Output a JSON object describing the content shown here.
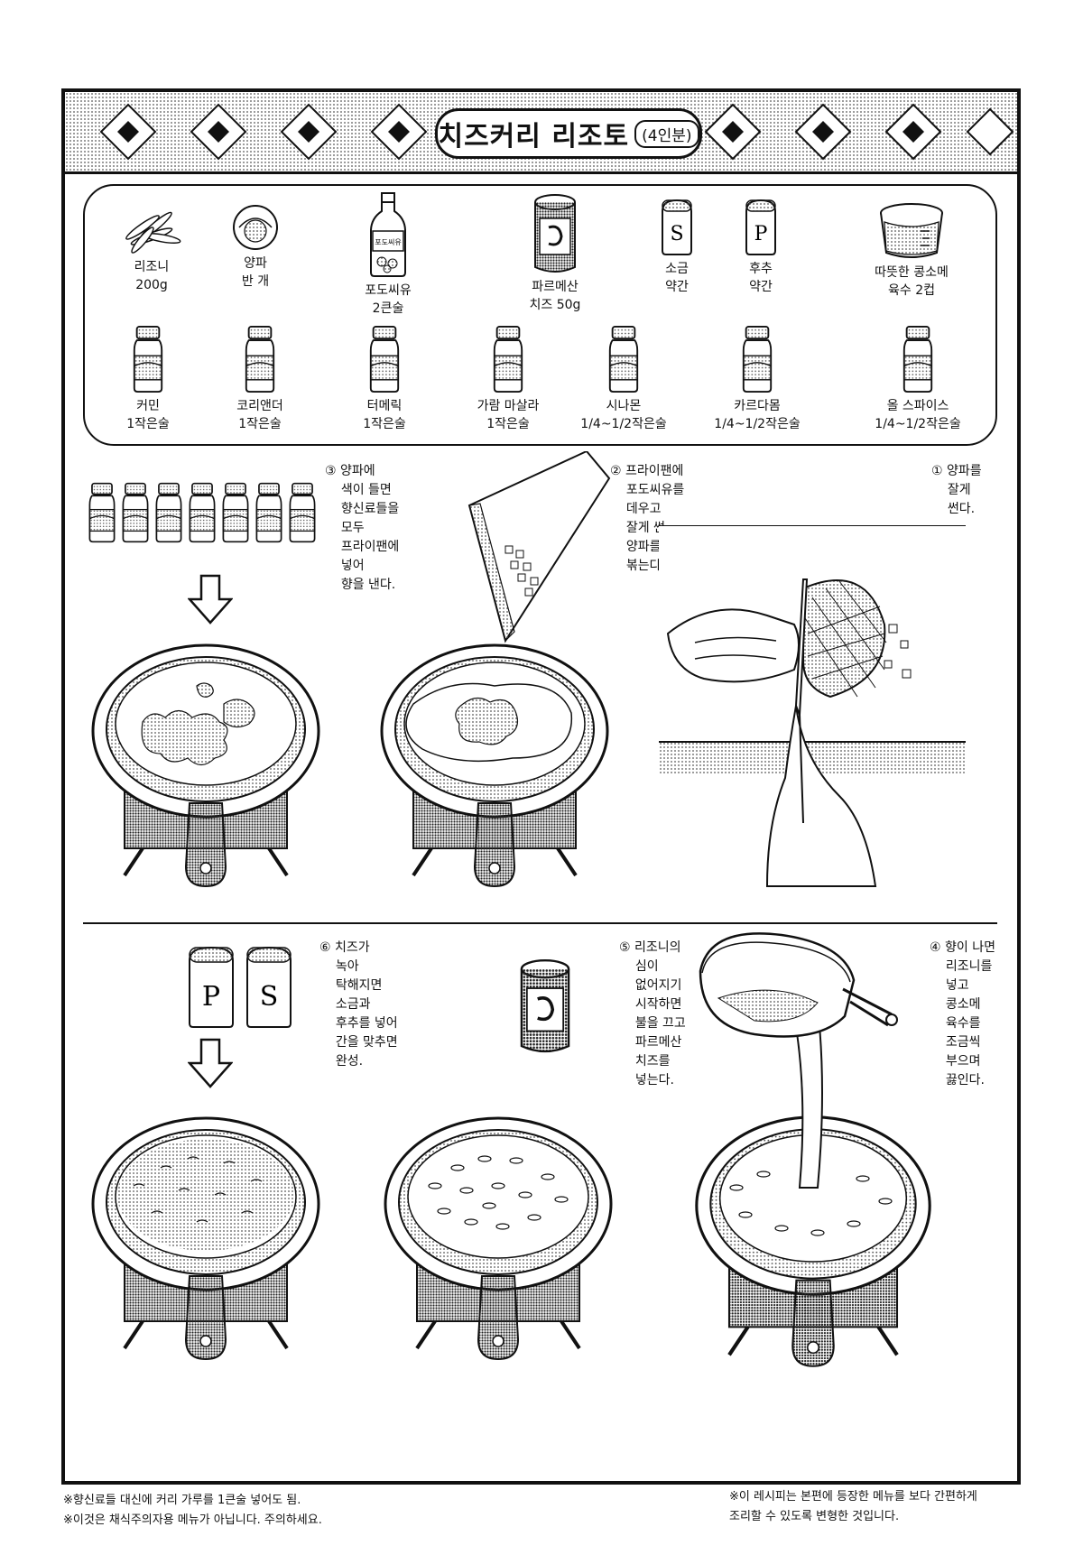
{
  "recipe": {
    "title": "치즈커리 리조토",
    "servings": "(4인분)"
  },
  "ingredients": [
    {
      "name": "리조니",
      "amount": "200g",
      "icon": "rice-grains-icon"
    },
    {
      "name": "양파",
      "amount": "반 개",
      "icon": "onion-icon"
    },
    {
      "name": "포도씨유",
      "amount": "2큰술",
      "icon": "oil-bottle-icon",
      "bottle_label": "포도씨유"
    },
    {
      "name": "파르메산",
      "amount": "치즈 50g",
      "icon": "cheese-can-icon"
    },
    {
      "name": "소금",
      "amount": "약간",
      "icon": "salt-shaker-icon",
      "shaker_letter": "S"
    },
    {
      "name": "후추",
      "amount": "약간",
      "icon": "pepper-shaker-icon",
      "shaker_letter": "P"
    },
    {
      "name": "따뜻한 콩소메",
      "amount": "육수 2컵",
      "icon": "measuring-cup-icon"
    }
  ],
  "spices": [
    {
      "name": "커민",
      "amount": "1작은술"
    },
    {
      "name": "코리앤더",
      "amount": "1작은술"
    },
    {
      "name": "터메릭",
      "amount": "1작은술"
    },
    {
      "name": "가람 마살라",
      "amount": "1작은술"
    },
    {
      "name": "시나몬",
      "amount": "1/4~1/2작은술"
    },
    {
      "name": "카르다몸",
      "amount": "1/4~1/2작은술"
    },
    {
      "name": "올 스파이스",
      "amount": "1/4~1/2작은술"
    }
  ],
  "steps": [
    {
      "number": "①",
      "lines": [
        "양파를",
        "잘게",
        "썬다."
      ]
    },
    {
      "number": "②",
      "lines": [
        "프라이팬에",
        "포도씨유를",
        "데우고",
        "잘게 썬",
        "양파를",
        "볶는다."
      ]
    },
    {
      "number": "③",
      "lines": [
        "양파에",
        "색이 들면",
        "향신료들을",
        "모두",
        "프라이팬에",
        "넣어",
        "향을 낸다."
      ]
    },
    {
      "number": "④",
      "lines": [
        "향이 나면",
        "리조니를",
        "넣고",
        "콩소메",
        "육수를",
        "조금씩",
        "부으며",
        "끓인다."
      ]
    },
    {
      "number": "⑤",
      "lines": [
        "리조니의",
        "심이",
        "없어지기",
        "시작하면",
        "불을 끄고",
        "파르메산",
        "치즈를",
        "넣는다."
      ]
    },
    {
      "number": "⑥",
      "lines": [
        "치즈가",
        "녹아",
        "탁해지면",
        "소금과",
        "후추를 넣어",
        "간을 맞추면",
        "완성."
      ]
    }
  ],
  "notes": {
    "left": [
      "※향신료들 대신에 커리 가루를 1큰술 넣어도 됨.",
      "※이것은 채식주의자용 메뉴가 아닙니다. 주의하세요."
    ],
    "right": [
      "※이 레시피는 본편에 등장한 메뉴를 보다 간편하게",
      "조리할 수 있도록 변형한 것입니다."
    ]
  },
  "colors": {
    "ink": "#111111",
    "paper": "#ffffff",
    "screentone": "#9a9a9a"
  }
}
